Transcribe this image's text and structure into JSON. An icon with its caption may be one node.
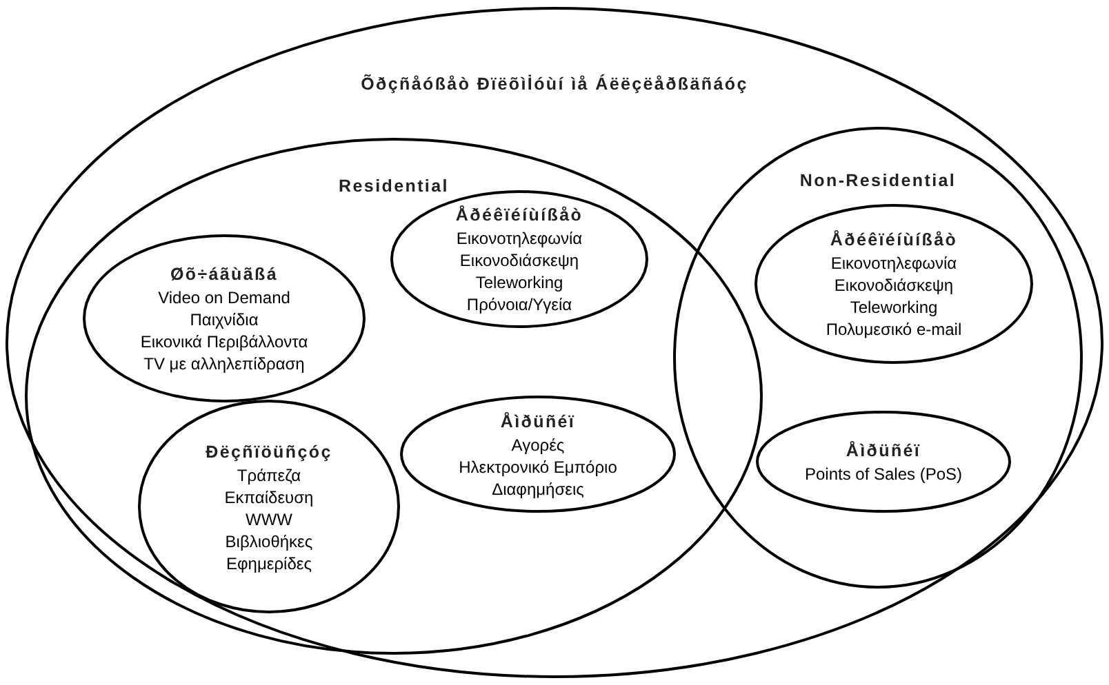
{
  "diagram": {
    "nodes": [
      {
        "text": [
          "Õðçñåóßåò Ðïëõìİóùí ìå Áëëçëåðßäñáóç"
        ]
      },
      {
        "text": [
          "Residential"
        ],
        "in": 0
      },
      {
        "text": [
          "Non-Residential"
        ],
        "in": 0
      },
      {
        "text": [
          "Øõ÷áãùãßá",
          "Video on Demand",
          "Παιχνίδια",
          "Εικονικά Περιβάλλοντα",
          "TV με αλληλεπίδραση"
        ],
        "in": 1
      },
      {
        "text": [
          "Åðéêïéíùíßåò",
          "Εικονοτηλεφωνία",
          "Εικονοδιάσκεψη",
          "Teleworking",
          "Πρόνοια/Υγεία"
        ],
        "in": 1
      },
      {
        "text": [
          "Ðëçñïöüñçóç",
          "Τράπεζα",
          "Εκπαίδευση",
          "WWW",
          "Βιβλιοθήκες",
          "Εφημερίδες"
        ],
        "in": 1
      },
      {
        "text": [
          "Åìðüñéï",
          "Αγορές",
          "Ηλεκτρονικό Εμπόριο",
          "Διαφημήσεις"
        ],
        "in": 1
      },
      {
        "text": [
          "Åðéêïéíùíßåò",
          "Εικονοτηλεφωνία",
          "Εικονοδιάσκεψη",
          "Teleworking",
          "Πολυμεσικό e-mail"
        ],
        "in": 2
      },
      {
        "text": [
          "Åìðüñéï",
          "Points of Sales (PoS)"
        ],
        "in": 2
      }
    ],
    "edges": []
  }
}
